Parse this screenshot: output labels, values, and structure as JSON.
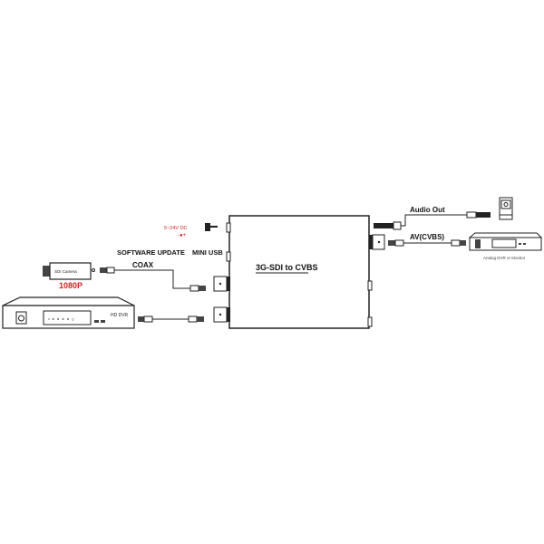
{
  "device": {
    "title": "3G-SDI to CVBS"
  },
  "labels": {
    "power": "5~24V DC",
    "software_update": "SOFTWARE UPDATE",
    "mini_usb": "MINI USB",
    "coax": "COAX",
    "audio_out": "Audio Out",
    "av_cvbs": "AV(CVBS)"
  },
  "camera": {
    "label": "SDI Camera",
    "resolution": "1080P"
  },
  "dvr": {
    "label": "HD DVR"
  },
  "monitor": {
    "label": "Analog DVR or Monitor"
  },
  "colors": {
    "line": "#222222",
    "accent_red": "#cc2222",
    "fill": "#f2f2f2"
  }
}
